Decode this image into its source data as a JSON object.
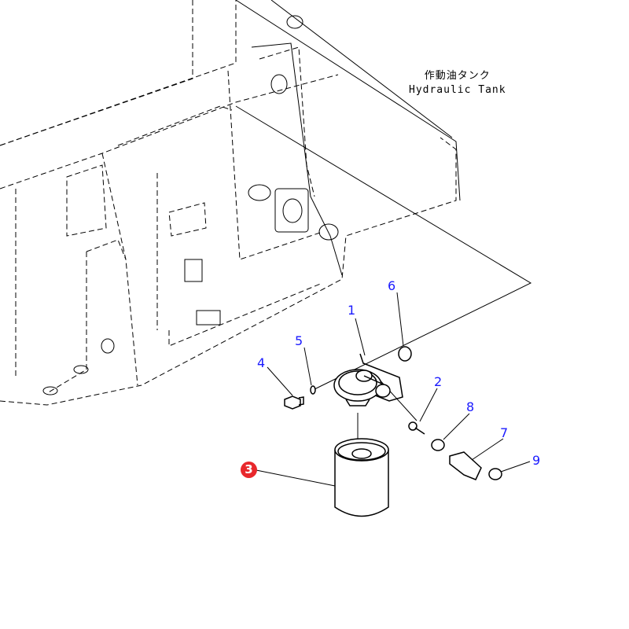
{
  "tank_label": {
    "jp": "作動油タンク",
    "en": "Hydraulic Tank"
  },
  "callouts": [
    "1",
    "2",
    "3",
    "4",
    "5",
    "6",
    "7",
    "8",
    "9"
  ],
  "highlight_color": "#e8282c",
  "callout_color": "#1a1aff"
}
